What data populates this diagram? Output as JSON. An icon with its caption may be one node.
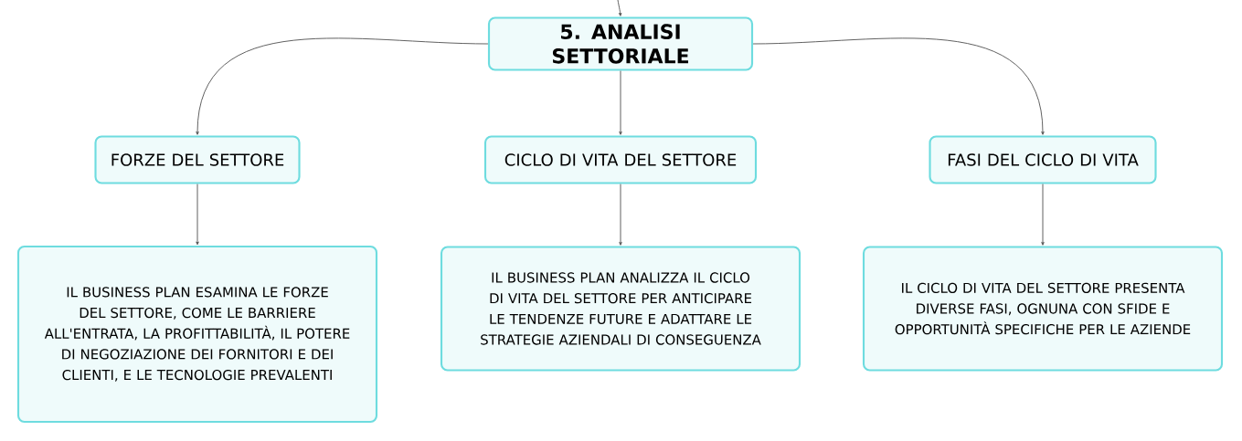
{
  "diagram": {
    "nodes": [
      {
        "text": [
          "5. ANALISI SETTORIALE"
        ]
      },
      {
        "text": [
          "FORZE DEL SETTORE"
        ]
      },
      {
        "text": [
          "CICLO DI VITA DEL SETTORE"
        ]
      },
      {
        "text": [
          "FASI DEL CICLO DI VITA"
        ]
      },
      {
        "text": [
          "IL BUSINESS PLAN ESAMINA LE FORZE DEL SETTORE, COME LE BARRIERE ALL'ENTRATA, LA PROFITTABILITÀ, IL POTERE DI NEGOZIAZIONE DEI FORNITORI E DEI CLIENTI, E LE TECNOLOGIE PREVALENTI"
        ]
      },
      {
        "text": [
          "IL BUSINESS PLAN ANALIZZA IL CICLO DI VITA DEL SETTORE PER ANTICIPARE LE TENDENZE FUTURE E ADATTARE LE STRATEGIE AZIENDALI DI CONSEGUENZA"
        ]
      },
      {
        "text": [
          "IL CICLO DI VITA DEL SETTORE PRESENTA DIVERSE FASI, OGNUNA CON SFIDE E OPPORTUNITÀ SPECIFICHE PER LE AZIENDE"
        ]
      }
    ],
    "edges": [
      {
        "from": null,
        "to": 0,
        "arrow": "to"
      },
      {
        "from": 0,
        "to": 1,
        "arrow": "to"
      },
      {
        "from": 0,
        "to": 2,
        "arrow": "to"
      },
      {
        "from": 0,
        "to": 3,
        "arrow": "to"
      },
      {
        "from": 1,
        "to": 4,
        "arrow": "to"
      },
      {
        "from": 2,
        "to": 5,
        "arrow": "to"
      },
      {
        "from": 3,
        "to": 6,
        "arrow": "to"
      }
    ]
  }
}
